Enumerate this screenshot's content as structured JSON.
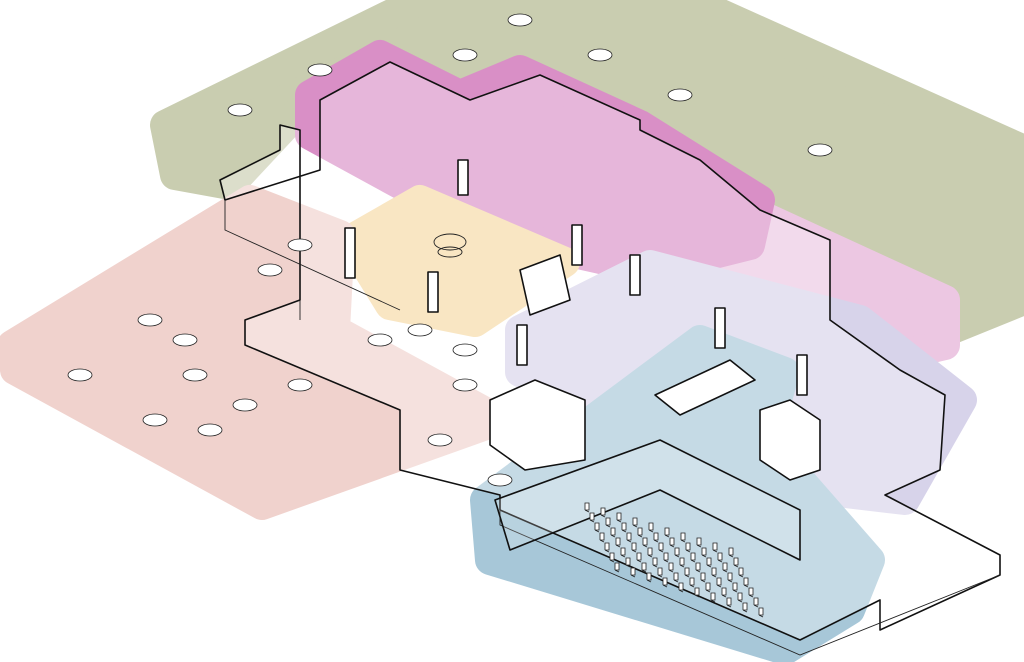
{
  "diagram": {
    "type": "axonometric floor plan with program zones",
    "zones": [
      {
        "id": "outdoor",
        "color": "#c9cdb0"
      },
      {
        "id": "offices",
        "color": "#d98fc6"
      },
      {
        "id": "offices-light",
        "color": "#ecc7e2"
      },
      {
        "id": "lobby",
        "color": "#f6d9a3"
      },
      {
        "id": "dining",
        "color": "#f0d2cd"
      },
      {
        "id": "gallery",
        "color": "#d7d3ea"
      },
      {
        "id": "auditorium",
        "color": "#a7c7d8"
      }
    ]
  }
}
